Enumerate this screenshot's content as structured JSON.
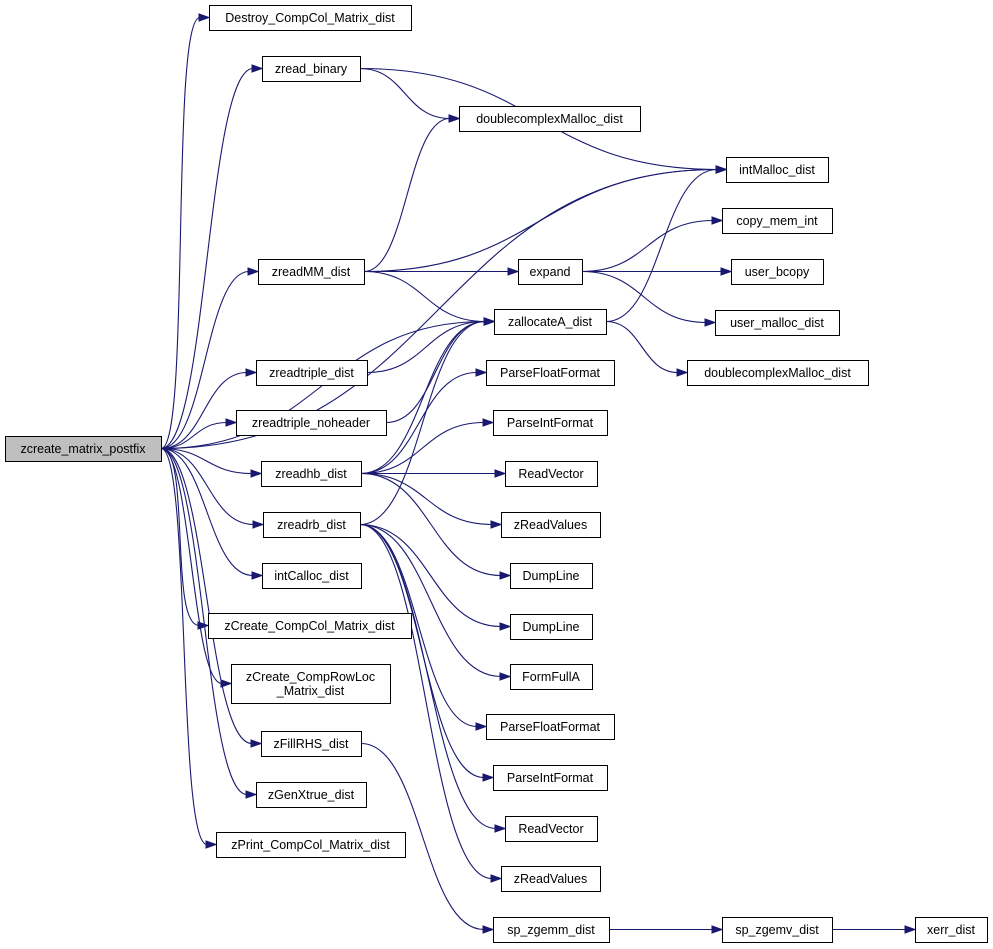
{
  "graph": {
    "root": "zcreate_matrix_postfix",
    "nodes": [
      {
        "id": "zcreate_matrix_postfix",
        "lines": [
          "zcreate_matrix_postfix"
        ],
        "highlight": true
      },
      {
        "id": "Destroy_CompCol_Matrix_dist",
        "lines": [
          "Destroy_CompCol_Matrix_dist"
        ]
      },
      {
        "id": "zread_binary",
        "lines": [
          "zread_binary"
        ]
      },
      {
        "id": "doublecomplexMalloc_dist_1",
        "lines": [
          "doublecomplexMalloc_dist"
        ]
      },
      {
        "id": "intMalloc_dist",
        "lines": [
          "intMalloc_dist"
        ]
      },
      {
        "id": "zreadMM_dist",
        "lines": [
          "zreadMM_dist"
        ]
      },
      {
        "id": "expand",
        "lines": [
          "expand"
        ]
      },
      {
        "id": "copy_mem_int",
        "lines": [
          "copy_mem_int"
        ]
      },
      {
        "id": "user_bcopy",
        "lines": [
          "user_bcopy"
        ]
      },
      {
        "id": "user_malloc_dist",
        "lines": [
          "user_malloc_dist"
        ]
      },
      {
        "id": "zallocateA_dist",
        "lines": [
          "zallocateA_dist"
        ]
      },
      {
        "id": "doublecomplexMalloc_dist_2",
        "lines": [
          "doublecomplexMalloc_dist"
        ]
      },
      {
        "id": "zreadtriple_dist",
        "lines": [
          "zreadtriple_dist"
        ]
      },
      {
        "id": "zreadtriple_noheader",
        "lines": [
          "zreadtriple_noheader"
        ]
      },
      {
        "id": "ParseFloatFormat_1",
        "lines": [
          "ParseFloatFormat"
        ]
      },
      {
        "id": "ParseIntFormat_1",
        "lines": [
          "ParseIntFormat"
        ]
      },
      {
        "id": "zreadhb_dist",
        "lines": [
          "zreadhb_dist"
        ]
      },
      {
        "id": "ReadVector_1",
        "lines": [
          "ReadVector"
        ]
      },
      {
        "id": "zreadrb_dist",
        "lines": [
          "zreadrb_dist"
        ]
      },
      {
        "id": "zReadValues_1",
        "lines": [
          "zReadValues"
        ]
      },
      {
        "id": "DumpLine_1",
        "lines": [
          "DumpLine"
        ]
      },
      {
        "id": "intCalloc_dist",
        "lines": [
          "intCalloc_dist"
        ]
      },
      {
        "id": "DumpLine_2",
        "lines": [
          "DumpLine"
        ]
      },
      {
        "id": "zCreate_CompCol_Matrix_dist",
        "lines": [
          "zCreate_CompCol_Matrix_dist"
        ]
      },
      {
        "id": "FormFullA",
        "lines": [
          "FormFullA"
        ]
      },
      {
        "id": "zCreate_CompRowLoc_Matrix_dist",
        "lines": [
          "zCreate_CompRowLoc",
          "_Matrix_dist"
        ]
      },
      {
        "id": "ParseFloatFormat_2",
        "lines": [
          "ParseFloatFormat"
        ]
      },
      {
        "id": "zFillRHS_dist",
        "lines": [
          "zFillRHS_dist"
        ]
      },
      {
        "id": "ParseIntFormat_2",
        "lines": [
          "ParseIntFormat"
        ]
      },
      {
        "id": "zGenXtrue_dist",
        "lines": [
          "zGenXtrue_dist"
        ]
      },
      {
        "id": "ReadVector_2",
        "lines": [
          "ReadVector"
        ]
      },
      {
        "id": "zPrint_CompCol_Matrix_dist",
        "lines": [
          "zPrint_CompCol_Matrix_dist"
        ]
      },
      {
        "id": "zReadValues_2",
        "lines": [
          "zReadValues"
        ]
      },
      {
        "id": "sp_zgemm_dist",
        "lines": [
          "sp_zgemm_dist"
        ]
      },
      {
        "id": "sp_zgemv_dist",
        "lines": [
          "sp_zgemv_dist"
        ]
      },
      {
        "id": "xerr_dist",
        "lines": [
          "xerr_dist"
        ]
      }
    ],
    "edges": [
      [
        "zcreate_matrix_postfix",
        "Destroy_CompCol_Matrix_dist"
      ],
      [
        "zcreate_matrix_postfix",
        "zread_binary"
      ],
      [
        "zcreate_matrix_postfix",
        "intMalloc_dist"
      ],
      [
        "zcreate_matrix_postfix",
        "zreadMM_dist"
      ],
      [
        "zcreate_matrix_postfix",
        "zallocateA_dist"
      ],
      [
        "zcreate_matrix_postfix",
        "zreadtriple_dist"
      ],
      [
        "zcreate_matrix_postfix",
        "zreadtriple_noheader"
      ],
      [
        "zcreate_matrix_postfix",
        "zreadhb_dist"
      ],
      [
        "zcreate_matrix_postfix",
        "zreadrb_dist"
      ],
      [
        "zcreate_matrix_postfix",
        "intCalloc_dist"
      ],
      [
        "zcreate_matrix_postfix",
        "zCreate_CompCol_Matrix_dist"
      ],
      [
        "zcreate_matrix_postfix",
        "zCreate_CompRowLoc_Matrix_dist"
      ],
      [
        "zcreate_matrix_postfix",
        "zFillRHS_dist"
      ],
      [
        "zcreate_matrix_postfix",
        "zGenXtrue_dist"
      ],
      [
        "zcreate_matrix_postfix",
        "zPrint_CompCol_Matrix_dist"
      ],
      [
        "zread_binary",
        "doublecomplexMalloc_dist_1"
      ],
      [
        "zread_binary",
        "intMalloc_dist"
      ],
      [
        "zreadMM_dist",
        "doublecomplexMalloc_dist_1"
      ],
      [
        "zreadMM_dist",
        "intMalloc_dist"
      ],
      [
        "zreadMM_dist",
        "expand"
      ],
      [
        "zreadMM_dist",
        "zallocateA_dist"
      ],
      [
        "expand",
        "copy_mem_int"
      ],
      [
        "expand",
        "user_bcopy"
      ],
      [
        "expand",
        "user_malloc_dist"
      ],
      [
        "zallocateA_dist",
        "intMalloc_dist"
      ],
      [
        "zallocateA_dist",
        "doublecomplexMalloc_dist_2"
      ],
      [
        "zreadtriple_dist",
        "zallocateA_dist"
      ],
      [
        "zreadtriple_noheader",
        "zallocateA_dist"
      ],
      [
        "zreadhb_dist",
        "zallocateA_dist"
      ],
      [
        "zreadhb_dist",
        "ParseFloatFormat_1"
      ],
      [
        "zreadhb_dist",
        "ParseIntFormat_1"
      ],
      [
        "zreadhb_dist",
        "ReadVector_1"
      ],
      [
        "zreadhb_dist",
        "zReadValues_1"
      ],
      [
        "zreadhb_dist",
        "DumpLine_1"
      ],
      [
        "zreadrb_dist",
        "zallocateA_dist"
      ],
      [
        "zreadrb_dist",
        "DumpLine_2"
      ],
      [
        "zreadrb_dist",
        "FormFullA"
      ],
      [
        "zreadrb_dist",
        "ParseFloatFormat_2"
      ],
      [
        "zreadrb_dist",
        "ParseIntFormat_2"
      ],
      [
        "zreadrb_dist",
        "ReadVector_2"
      ],
      [
        "zreadrb_dist",
        "zReadValues_2"
      ],
      [
        "zFillRHS_dist",
        "sp_zgemm_dist"
      ],
      [
        "sp_zgemm_dist",
        "sp_zgemv_dist"
      ],
      [
        "sp_zgemv_dist",
        "xerr_dist"
      ]
    ]
  },
  "colors": {
    "edge": "#191970",
    "root_fill": "#bfbfbf",
    "node_fill": "#ffffff",
    "node_border": "#000000"
  }
}
